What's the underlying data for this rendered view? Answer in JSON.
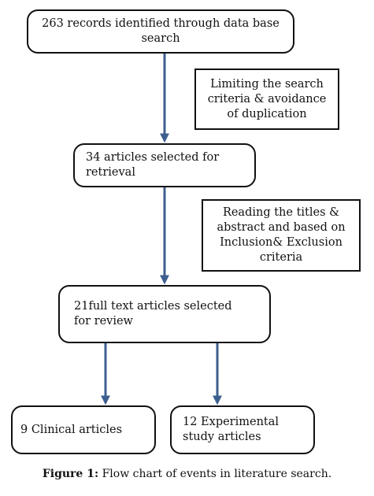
{
  "flowchart": {
    "step1": "263 records identified through data base search",
    "step2": "34 articles selected for\nretrieval",
    "step3": "21full text articles selected\nfor review",
    "step4": "9 Clinical articles",
    "step5": "12 Experimental\nstudy articles",
    "criteria1": "Limiting the search\ncriteria & avoidance\nof duplication",
    "criteria2": "Reading the titles &\nabstract and based on\nInclusion& Exclusion\ncriteria"
  },
  "caption": {
    "label": "Figure 1:",
    "text": "Flow chart of events in literature search."
  },
  "colors": {
    "arrow": "#3d5f8f",
    "border": "#111111"
  }
}
